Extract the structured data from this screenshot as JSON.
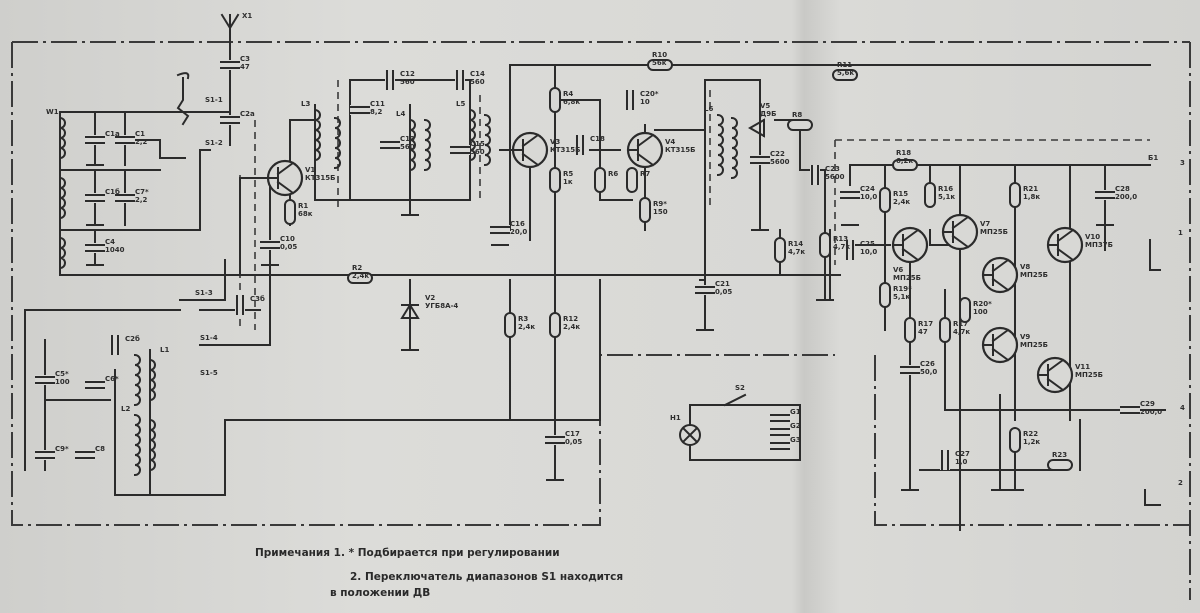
{
  "diagram": {
    "type": "circuit-schematic",
    "ink_color": "#2b2b2b",
    "paper_color": "#d6d6d3",
    "antenna": {
      "ref": "X1"
    },
    "components": {
      "W1": {
        "ref": "W1",
        "value": ""
      },
      "C3": {
        "ref": "C3",
        "value": "47"
      },
      "C2a": {
        "ref": "C2а",
        "value": ""
      },
      "S11": {
        "ref": "S1-1",
        "value": ""
      },
      "S12": {
        "ref": "S1-2",
        "value": ""
      },
      "C1a": {
        "ref": "C1а",
        "value": ""
      },
      "C1": {
        "ref": "C1",
        "value": "2,2"
      },
      "C7": {
        "ref": "C7*",
        "value": "2,2"
      },
      "C1b": {
        "ref": "C1б",
        "value": ""
      },
      "C4": {
        "ref": "C4",
        "value": "1040"
      },
      "V1": {
        "ref": "V1",
        "value": "КТ315Б"
      },
      "R1": {
        "ref": "R1",
        "value": "68к"
      },
      "C10": {
        "ref": "C10",
        "value": "0,05"
      },
      "L3": {
        "ref": "L3",
        "value": ""
      },
      "C11": {
        "ref": "C11",
        "value": "8,2"
      },
      "C12": {
        "ref": "C12",
        "value": "560"
      },
      "L4": {
        "ref": "L4",
        "value": ""
      },
      "C13": {
        "ref": "C13",
        "value": "560"
      },
      "C14": {
        "ref": "C14",
        "value": "560"
      },
      "L5": {
        "ref": "L5",
        "value": ""
      },
      "C15": {
        "ref": "C15",
        "value": "560"
      },
      "C16": {
        "ref": "C16",
        "value": "20,0"
      },
      "V3": {
        "ref": "V3",
        "value": "КТ315Б"
      },
      "R4": {
        "ref": "R4",
        "value": "6,8к"
      },
      "R5": {
        "ref": "R5",
        "value": "1к"
      },
      "C18": {
        "ref": "C18",
        "value": ""
      },
      "R6": {
        "ref": "R6",
        "value": ""
      },
      "R7": {
        "ref": "R7",
        "value": ""
      },
      "V4": {
        "ref": "V4",
        "value": "КТ315Б"
      },
      "C20": {
        "ref": "C20*",
        "value": "10"
      },
      "R9": {
        "ref": "R9*",
        "value": "150"
      },
      "R10": {
        "ref": "R10",
        "value": "56к"
      },
      "L6": {
        "ref": "L6",
        "value": ""
      },
      "V5": {
        "ref": "V5",
        "value": "Д9Б"
      },
      "C22": {
        "ref": "C22",
        "value": "5600"
      },
      "R8": {
        "ref": "R8",
        "value": ""
      },
      "R11": {
        "ref": "R11",
        "value": "5,6к"
      },
      "C23": {
        "ref": "C23",
        "value": "5600"
      },
      "R13": {
        "ref": "R13",
        "value": "4,7к"
      },
      "C21": {
        "ref": "C21",
        "value": "0,05"
      },
      "R2": {
        "ref": "R2",
        "value": "2,4к"
      },
      "V2": {
        "ref": "V2",
        "value": "УГБ8А-4"
      },
      "C3b": {
        "ref": "C3б",
        "value": ""
      },
      "S13": {
        "ref": "S1-3",
        "value": ""
      },
      "S14": {
        "ref": "S1-4",
        "value": ""
      },
      "S15": {
        "ref": "S1-5",
        "value": ""
      },
      "C5": {
        "ref": "C5*",
        "value": "100"
      },
      "C6": {
        "ref": "C6*",
        "value": ""
      },
      "C2b": {
        "ref": "C2б",
        "value": ""
      },
      "C9": {
        "ref": "C9*",
        "value": ""
      },
      "C8": {
        "ref": "C8",
        "value": ""
      },
      "L1": {
        "ref": "L1",
        "value": ""
      },
      "L2": {
        "ref": "L2",
        "value": ""
      },
      "R3": {
        "ref": "R3",
        "value": "2,4к"
      },
      "R12": {
        "ref": "R12",
        "value": "2,4к"
      },
      "C17": {
        "ref": "C17",
        "value": "0,05"
      },
      "H1": {
        "ref": "H1",
        "value": ""
      },
      "S2": {
        "ref": "S2",
        "value": ""
      },
      "G1": {
        "ref": "G1",
        "value": ""
      },
      "G2": {
        "ref": "G2",
        "value": ""
      },
      "G3": {
        "ref": "G3",
        "value": ""
      },
      "C24": {
        "ref": "C24",
        "value": "10,0"
      },
      "R15": {
        "ref": "R15",
        "value": "2,4к"
      },
      "R16": {
        "ref": "R16",
        "value": "5,1к"
      },
      "R18": {
        "ref": "R18",
        "value": "6,2к"
      },
      "R14": {
        "ref": "R14",
        "value": "4,7к"
      },
      "C25": {
        "ref": "C25",
        "value": "10,0"
      },
      "V6": {
        "ref": "V6",
        "value": "МП25Б"
      },
      "V7": {
        "ref": "V7",
        "value": "МП25Б"
      },
      "R21": {
        "ref": "R21",
        "value": "1,8к"
      },
      "V8": {
        "ref": "V8",
        "value": "МП25Б"
      },
      "V10": {
        "ref": "V10",
        "value": "МП37Б"
      },
      "C28": {
        "ref": "C28",
        "value": "200,0"
      },
      "R19": {
        "ref": "R19*",
        "value": "5,1к"
      },
      "R20": {
        "ref": "R20*",
        "value": "100"
      },
      "R17": {
        "ref": "R17",
        "value": "47"
      },
      "R17b": {
        "ref": "R17",
        "value": "4,7к"
      },
      "V9": {
        "ref": "V9",
        "value": "МП25Б"
      },
      "V11": {
        "ref": "V11",
        "value": "МП25Б"
      },
      "C26": {
        "ref": "C26",
        "value": "50,0"
      },
      "C27": {
        "ref": "C27",
        "value": "1,0"
      },
      "C29": {
        "ref": "C29",
        "value": "200,0"
      },
      "R22": {
        "ref": "R22",
        "value": "1,2к"
      },
      "R23": {
        "ref": "R23",
        "value": ""
      }
    },
    "terminals": {
      "t1": "1",
      "t2": "2",
      "t3": "3",
      "t4": "4",
      "b1": "Б1"
    },
    "notes": [
      "Примечания 1. * Подбирается при регулировании",
      "2. Переключатель диапазонов S1 находится",
      "в положении ДВ"
    ]
  }
}
